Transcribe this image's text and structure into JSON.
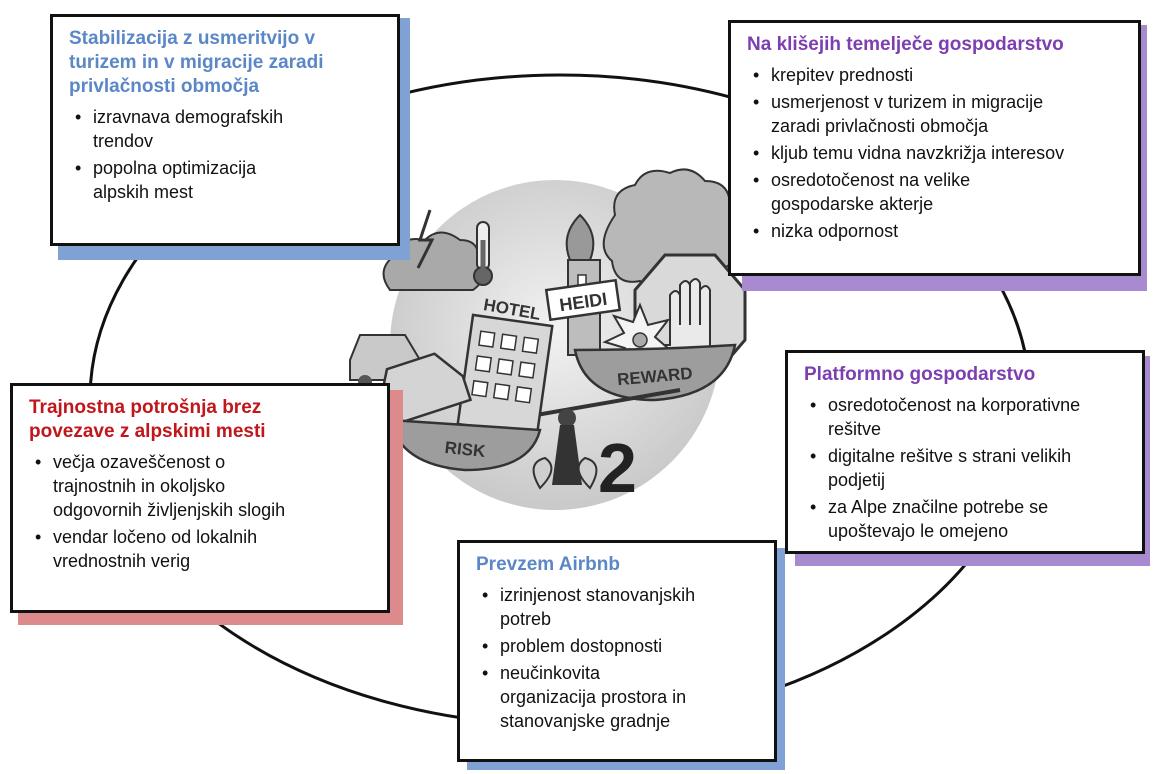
{
  "colors": {
    "blue": "#5b87c6",
    "purple": "#7d3fb0",
    "red": "#c0161c",
    "blue_shadow": "#7fa1d3",
    "purple_shadow": "#a88ad0",
    "red_shadow": "#dd8a8c"
  },
  "center_illustration": {
    "hotel_sign": "HOTEL",
    "heidi_sign": "HEIDI",
    "reward_label": "REWARD",
    "risk_label": "RISK",
    "number": "2"
  },
  "boxes": {
    "stabilizacija": {
      "title_lines": [
        "Stabilizacija z usmeritvijo v",
        "turizem in v migracije zaradi",
        "privlačnosti območja"
      ],
      "items": [
        [
          "izravnava demografskih",
          "trendov"
        ],
        [
          "popolna optimizacija",
          "alpskih mest"
        ]
      ]
    },
    "klisejih": {
      "title_lines": [
        "Na klišejih temelječe gospodarstvo"
      ],
      "items": [
        [
          "krepitev prednosti"
        ],
        [
          "usmerjenost v turizem in migracije",
          "zaradi privlačnosti območja"
        ],
        [
          "kljub temu vidna navzkrižja interesov"
        ],
        [
          "osredotočenost na velike",
          "gospodarske akterje"
        ],
        [
          "nizka odpornost"
        ]
      ]
    },
    "platformno": {
      "title_lines": [
        "Platformno gospodarstvo"
      ],
      "items": [
        [
          "osredotočenost na korporativne",
          "rešitve"
        ],
        [
          "digitalne rešitve s strani velikih",
          "podjetij"
        ],
        [
          "za Alpe značilne potrebe se",
          "upoštevajo le omejeno"
        ]
      ]
    },
    "airbnb": {
      "title_lines": [
        "Prevzem Airbnb"
      ],
      "items": [
        [
          "izrinjenost stanovanjskih",
          "potreb"
        ],
        [
          "problem dostopnosti"
        ],
        [
          "neučinkovita",
          "organizacija prostora in",
          "stanovanjske gradnje"
        ]
      ]
    },
    "trajnostna": {
      "title_lines": [
        "Trajnostna potrošnja brez",
        "povezave z alpskimi mesti"
      ],
      "items": [
        [
          "večja ozaveščenost o",
          "trajnostnih in okoljsko",
          "odgovornih življenjskih slogih"
        ],
        [
          "vendar ločeno od lokalnih",
          "vrednostnih verig"
        ]
      ]
    }
  }
}
